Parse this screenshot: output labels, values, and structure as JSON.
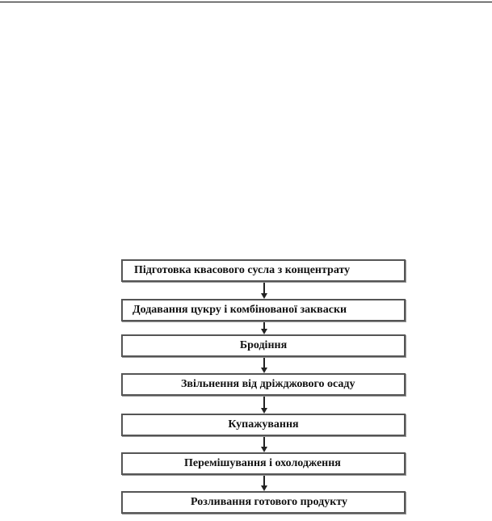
{
  "diagram": {
    "steps": [
      {
        "label": "Підготовка квасового сусла з концентрату"
      },
      {
        "label": "Додавання цукру і комбінованої закваски"
      },
      {
        "label": "Бродіння"
      },
      {
        "label": "Звільнення від дріжджового осаду"
      },
      {
        "label": "Купажування"
      },
      {
        "label": "Перемішування і охолодження"
      },
      {
        "label": "Розливання готового продукту"
      }
    ]
  },
  "colors": {
    "box_border": "#555555",
    "arrow": "#222222",
    "text": "#111111"
  }
}
